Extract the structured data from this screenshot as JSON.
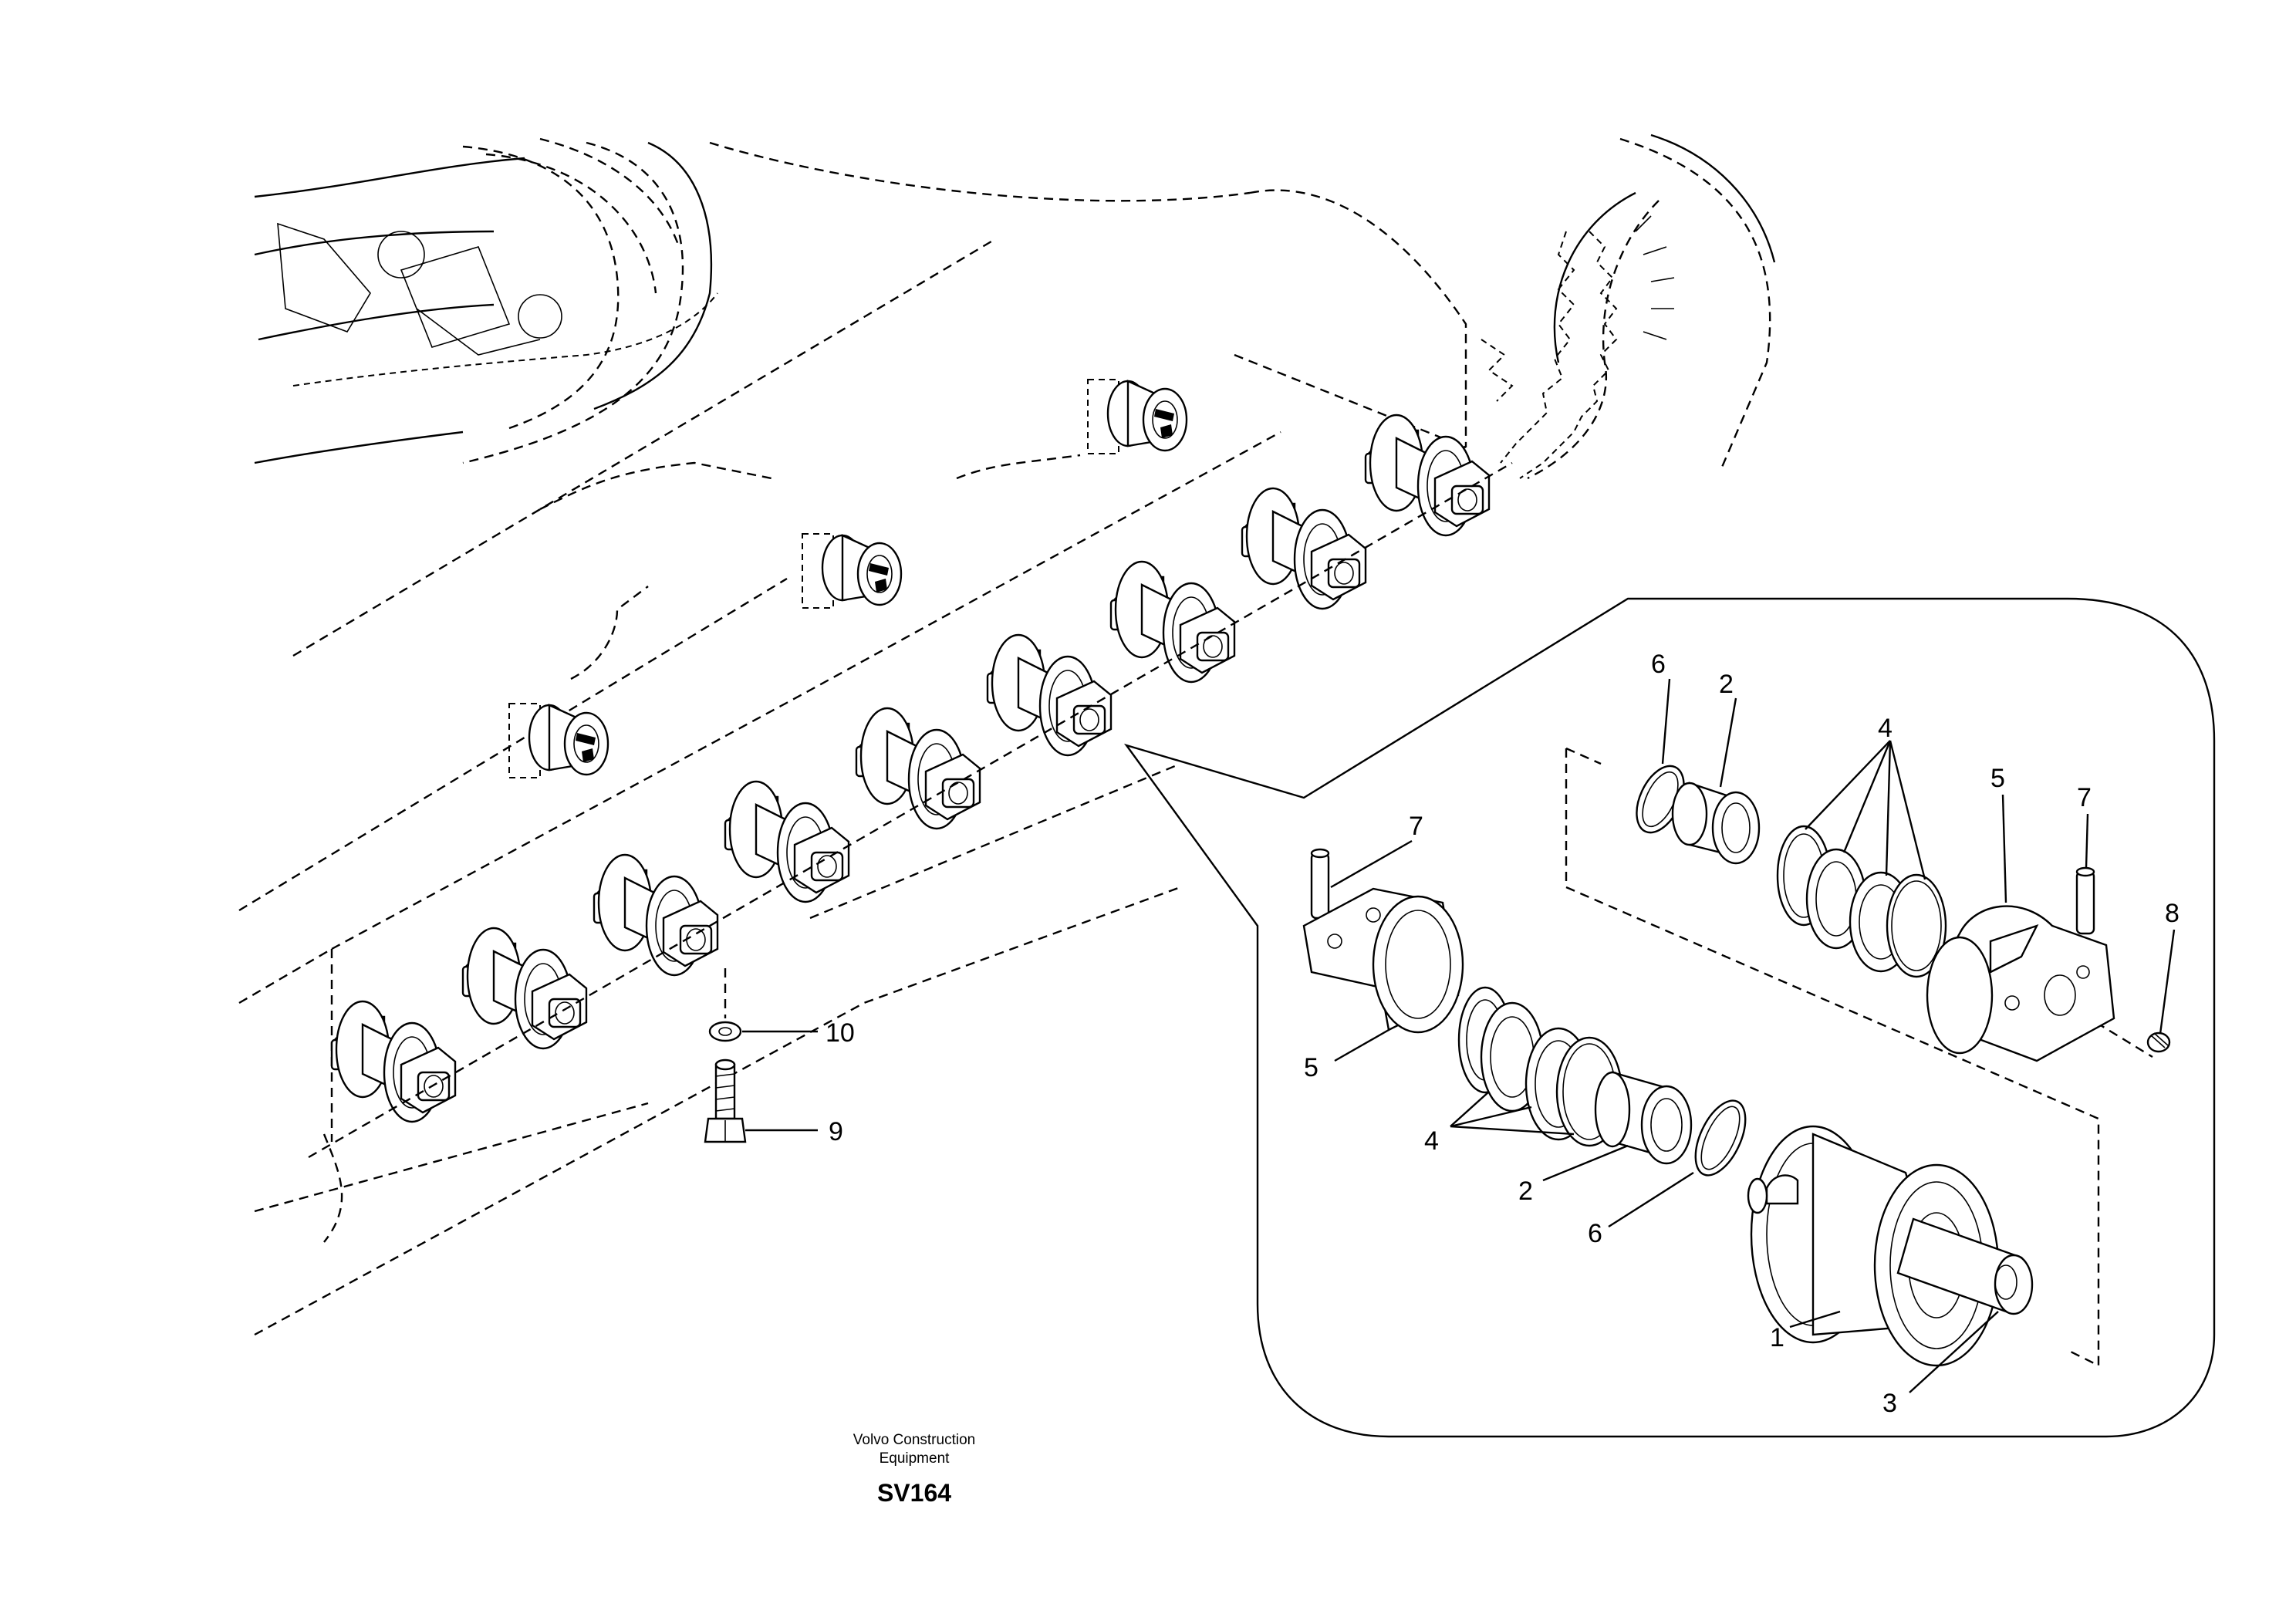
{
  "diagram": {
    "type": "exploded parts diagram",
    "callouts": {
      "main_view": [
        {
          "number": "10",
          "part": "washer"
        },
        {
          "number": "9",
          "part": "bolt"
        }
      ],
      "detail_view": [
        {
          "number": "6"
        },
        {
          "number": "2"
        },
        {
          "number": "4"
        },
        {
          "number": "5"
        },
        {
          "number": "7"
        },
        {
          "number": "8"
        },
        {
          "number": "7"
        },
        {
          "number": "5"
        },
        {
          "number": "4"
        },
        {
          "number": "2"
        },
        {
          "number": "6"
        },
        {
          "number": "1"
        },
        {
          "number": "3"
        }
      ]
    }
  },
  "footer": {
    "company_line1": "Volvo Construction",
    "company_line2": "Equipment",
    "drawing_code": "SV164"
  }
}
